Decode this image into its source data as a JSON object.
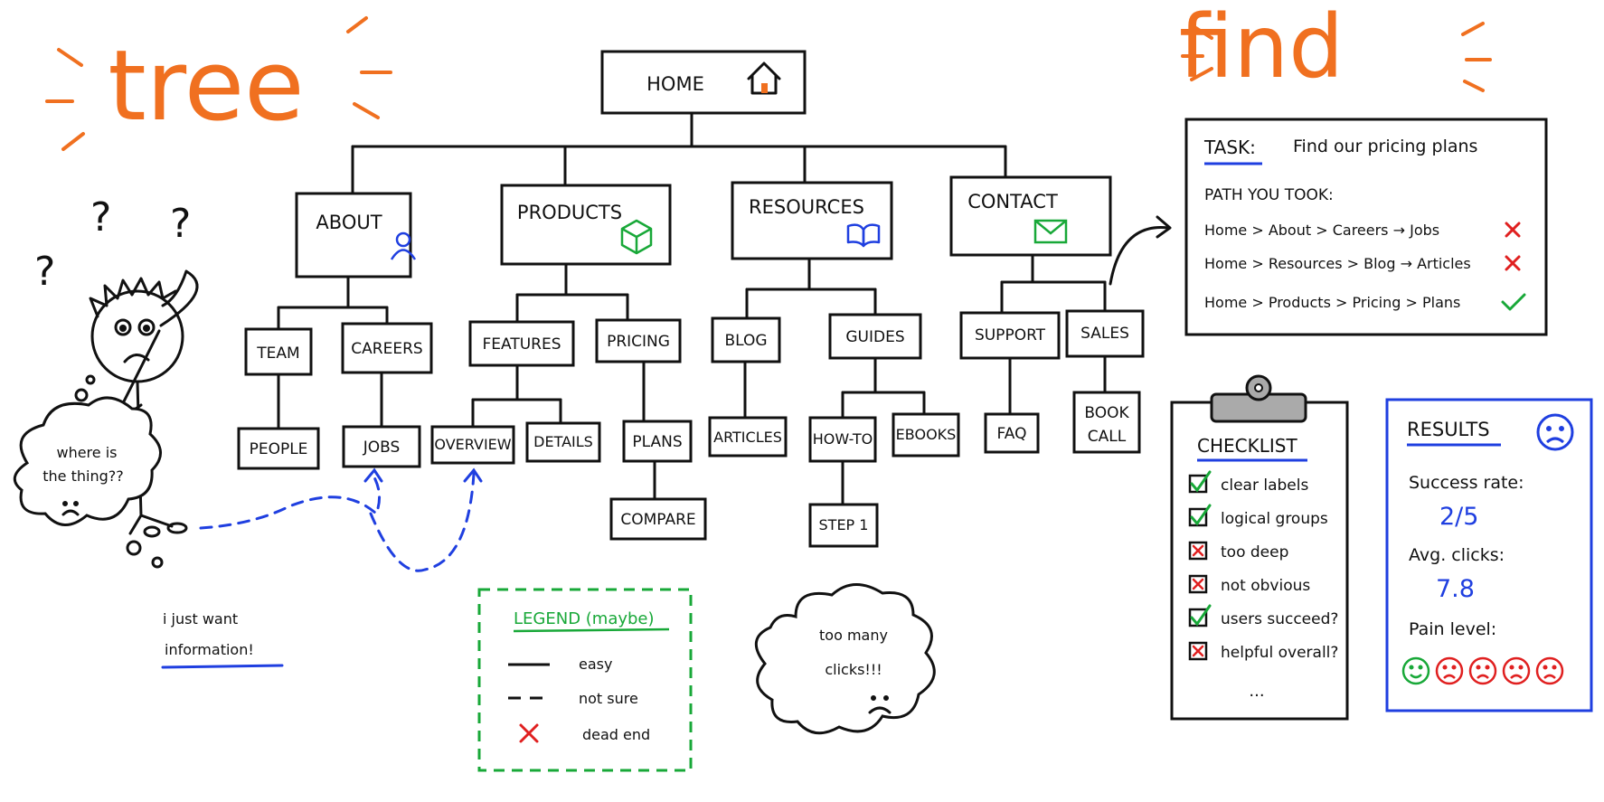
{
  "titles": {
    "left": "tree",
    "right": "find"
  },
  "tree": {
    "root": "HOME",
    "level1": [
      "ABOUT",
      "PRODUCTS",
      "RESOURCES",
      "CONTACT"
    ],
    "level2": [
      "TEAM",
      "CAREERS",
      "FEATURES",
      "PRICING",
      "BLOG",
      "GUIDES",
      "SUPPORT",
      "SALES"
    ],
    "level3": [
      "PEOPLE",
      "JOBS",
      "OVERVIEW",
      "DETAILS",
      "PLANS",
      "ARTICLES",
      "HOW-TO",
      "EBOOKS",
      "FAQ",
      "BOOK",
      "CALL"
    ],
    "level4": [
      "COMPARE",
      "STEP 1"
    ]
  },
  "person": {
    "question_marks": "?",
    "thought": [
      "where is",
      "the thing??"
    ],
    "caption": [
      "i just want",
      "information!"
    ]
  },
  "legend": {
    "title": "LEGEND (maybe)",
    "items": [
      "easy",
      "not sure",
      "dead end"
    ]
  },
  "cloud": {
    "lines": [
      "too many",
      "clicks!!!"
    ]
  },
  "task": {
    "label": "TASK:",
    "text": "Find our pricing plans",
    "path_heading": "PATH YOU TOOK:",
    "paths": [
      {
        "steps": [
          "Home",
          ">",
          "About",
          ">",
          "Careers",
          "→",
          "Jobs"
        ],
        "result": "fail"
      },
      {
        "steps": [
          "Home",
          ">",
          "Resources",
          ">",
          "Blog",
          "→",
          "Articles"
        ],
        "result": "fail"
      },
      {
        "steps": [
          "Home",
          ">",
          "Products",
          ">",
          "Pricing",
          ">",
          "Plans"
        ],
        "result": "success"
      }
    ]
  },
  "checklist": {
    "title": "CHECKLIST",
    "items": [
      {
        "label": "clear labels",
        "checked": true
      },
      {
        "label": "logical groups",
        "checked": true
      },
      {
        "label": "too deep",
        "checked": false
      },
      {
        "label": "not obvious",
        "checked": false
      },
      {
        "label": "users succeed?",
        "checked": true
      },
      {
        "label": "helpful overall?",
        "checked": false
      }
    ],
    "more": "..."
  },
  "results": {
    "title": "RESULTS",
    "success_label": "Success rate:",
    "success_value": "2/5",
    "clicks_label": "Avg. clicks:",
    "clicks_value": "7.8",
    "pain_label": "Pain level:",
    "pain_level": 4,
    "pain_max": 5
  },
  "colors": {
    "orange": "#f07020",
    "blue": "#1f3fe0",
    "green": "#18a838",
    "red": "#e02020"
  }
}
